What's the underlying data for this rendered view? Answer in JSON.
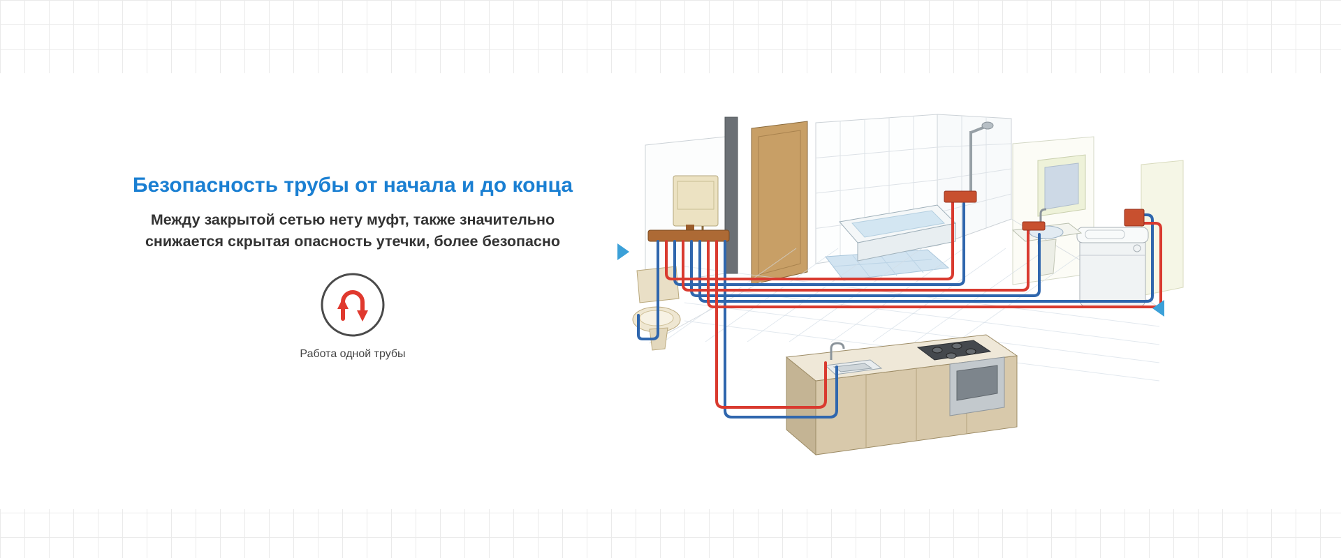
{
  "hero": {
    "title": "Безопасность трубы от начала и до конца",
    "subtitle_line1": "Между закрытой сетью нету муфт, также значительно",
    "subtitle_line2": "снижается скрытая опасность утечки, более безопасно",
    "feature_caption": "Работа одной трубы"
  },
  "icons": {
    "feature": "u-turn-pipe-icon",
    "nav_left": "triangle-right-icon",
    "nav_right": "triangle-left-icon"
  },
  "colors": {
    "accent": "#1a7fd2",
    "text": "#333333",
    "icon_red": "#e0392e",
    "nav_arrow": "#3ba0d8",
    "hot_pipe": "#d93a2f",
    "cold_pipe": "#2f66ad"
  }
}
